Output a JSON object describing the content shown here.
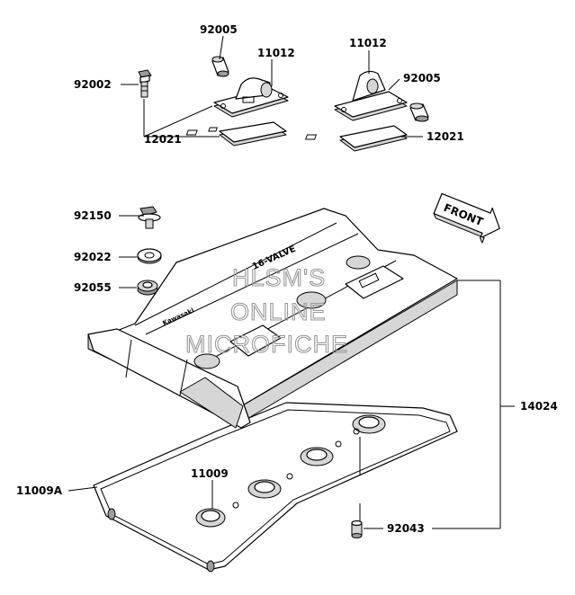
{
  "watermark": {
    "line1": "HLSM'S",
    "line2": "ONLINE",
    "line3": "MICROFICHE"
  },
  "front_label": "FRONT",
  "cover": {
    "valve_text": "16-VALVE",
    "brand_text": "Kawasaki"
  },
  "part_numbers": {
    "p92005_left": "92005",
    "p11012_left": "11012",
    "p92002": "92002",
    "p12021_left": "12021",
    "p11012_right": "11012",
    "p92005_right": "92005",
    "p12021_right": "12021",
    "p92150": "92150",
    "p92022": "92022",
    "p92055": "92055",
    "p14024": "14024",
    "p11009": "11009",
    "p11009A": "11009A",
    "p92043": "92043"
  }
}
